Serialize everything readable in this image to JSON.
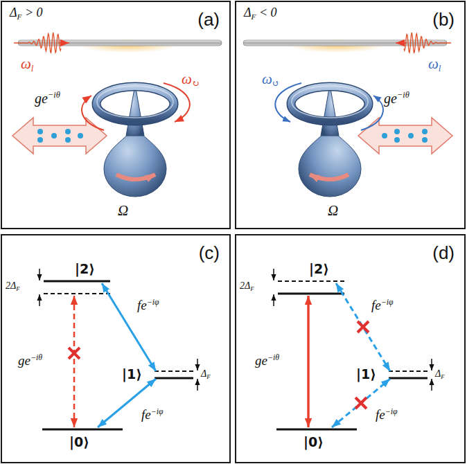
{
  "diagram": {
    "nodes": [
      {
        "text": [
          "(a)"
        ]
      },
      {
        "text": [
          "(b)"
        ]
      },
      {
        "text": [
          "(c)"
        ]
      },
      {
        "text": [
          "(d)"
        ]
      }
    ],
    "labels": [
      "ΔF > 0",
      "ωl",
      "ω↻",
      "ge−iθ",
      "Ω",
      "ΔF < 0",
      "ω↺",
      "ωl",
      "ge−iθ",
      "Ω",
      "|2⟩",
      "2ΔF",
      "fe−iφ",
      "ge−iθ",
      "|1⟩",
      "ΔF",
      "fe−iφ",
      "|0⟩",
      "|2⟩",
      "2ΔF",
      "ge−iθ",
      "fe−iφ",
      "|1⟩",
      "ΔF",
      "fe−iφ",
      "|0⟩"
    ]
  }
}
